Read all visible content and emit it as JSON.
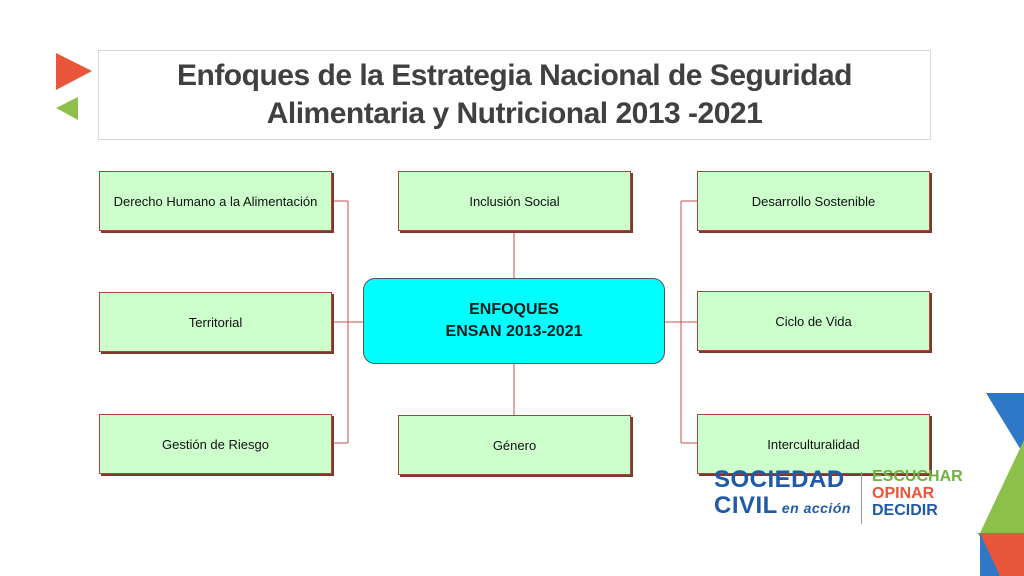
{
  "title": {
    "line1": "Enfoques de la Estrategia Nacional de Seguridad",
    "line2": "Alimentaria y Nutricional 2013 -2021"
  },
  "center": {
    "line1": "ENFOQUES",
    "line2": "ENSAN 2013-2021"
  },
  "nodes": {
    "derecho": "Derecho Humano a la Alimentación",
    "territorial": "Territorial",
    "gestion": "Gestión de Riesgo",
    "inclusion": "Inclusión Social",
    "genero": "Género",
    "desarrollo": "Desarrollo Sostenible",
    "ciclo": "Ciclo de Vida",
    "intercultural": "Interculturalidad"
  },
  "logo": {
    "line1": "SOCIEDAD",
    "line2": "CIVIL",
    "tagline": "en acción",
    "words": [
      "ESCUCHAR",
      "OPINAR",
      "DECIDIR"
    ]
  },
  "colors": {
    "node_fill": "#ccffcc",
    "center_fill": "#00ffff",
    "connector": "#c0504d",
    "accent_orange": "#e8553a",
    "accent_green": "#6db33f",
    "accent_blue": "#1e5aa8"
  }
}
